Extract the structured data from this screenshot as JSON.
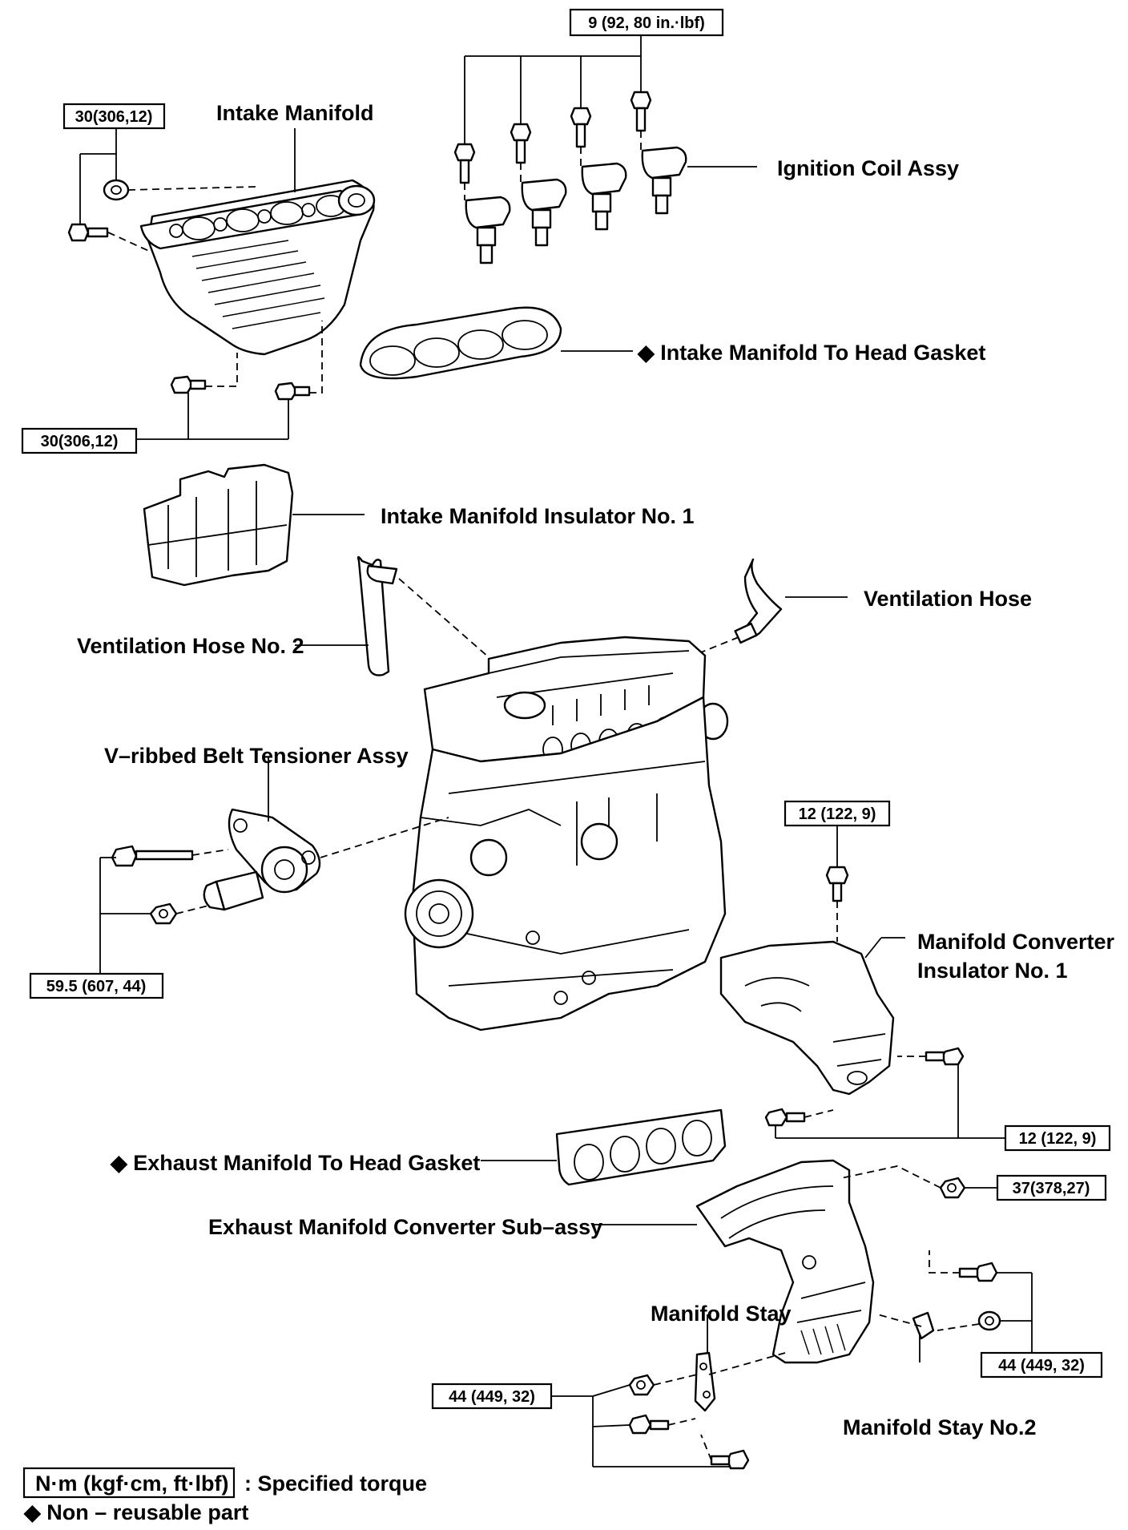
{
  "parts": {
    "intake_manifold": "Intake Manifold",
    "ignition_coil": "Ignition Coil Assy",
    "intake_gasket": "◆ Intake Manifold To Head Gasket",
    "intake_insulator": "Intake Manifold Insulator No. 1",
    "ventilation_hose": "Ventilation Hose",
    "ventilation_hose_2": "Ventilation Hose No. 2",
    "belt_tensioner": "V–ribbed Belt Tensioner Assy",
    "converter_insulator_line1": "Manifold Converter",
    "converter_insulator_line2": "Insulator No. 1",
    "exhaust_gasket": "◆ Exhaust Manifold To Head Gasket",
    "exhaust_converter": "Exhaust Manifold Converter Sub–assy",
    "manifold_stay": "Manifold Stay",
    "manifold_stay_2": "Manifold Stay No.2"
  },
  "torques": {
    "coil_bolts": "9 (92, 80 in.·lbf)",
    "intake_top": "30(306,12)",
    "intake_bottom": "30(306,12)",
    "insulator_top": "12 (122, 9)",
    "insulator_bottom": "12 (122, 9)",
    "tensioner": "59.5 (607, 44)",
    "converter_nut": "37(378,27)",
    "stay2": "44 (449, 32)",
    "stay1": "44 (449, 32)"
  },
  "legend": {
    "torque_box": "N·m (kgf·cm, ft·lbf)",
    "torque_text": ": Specified torque",
    "nonreusable": "◆  Non – reusable part"
  }
}
